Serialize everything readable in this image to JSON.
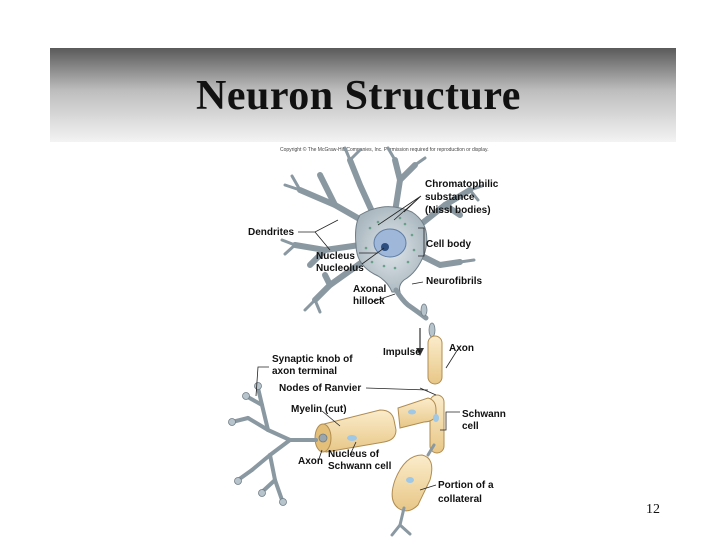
{
  "slide": {
    "title": "Neuron Structure",
    "copyright": "Copyright © The McGraw-Hill Companies, Inc. Permission required for reproduction or display.",
    "page_number": "12"
  },
  "labels": {
    "chromatophilic_1": "Chromatophilic",
    "chromatophilic_2": "substance",
    "chromatophilic_3": "(Nissl bodies)",
    "dendrites": "Dendrites",
    "cell_body": "Cell body",
    "nucleus": "Nucleus",
    "nucleolus": "Nucleolus",
    "neurofibrils": "Neurofibrils",
    "axonal_1": "Axonal",
    "axonal_2": "hillock",
    "impulse": "Impulse",
    "axon_top": "Axon",
    "synaptic_1": "Synaptic knob of",
    "synaptic_2": "axon terminal",
    "nodes_of_ranvier": "Nodes of Ranvier",
    "myelin_cut": "Myelin (cut)",
    "schwann_1": "Schwann",
    "schwann_2": "cell",
    "nucleus_of_1": "Nucleus of",
    "nucleus_of_2": "Schwann cell",
    "axon_bottom": "Axon",
    "portion_1": "Portion of a",
    "portion_2": "collateral"
  },
  "colors": {
    "cell_fill": "#b8c4cc",
    "cell_stroke": "#6f7d86",
    "nucleus_fill": "#9fb7d8",
    "myelin_fill": "#f4dca8",
    "myelin_stroke": "#b08c50"
  }
}
